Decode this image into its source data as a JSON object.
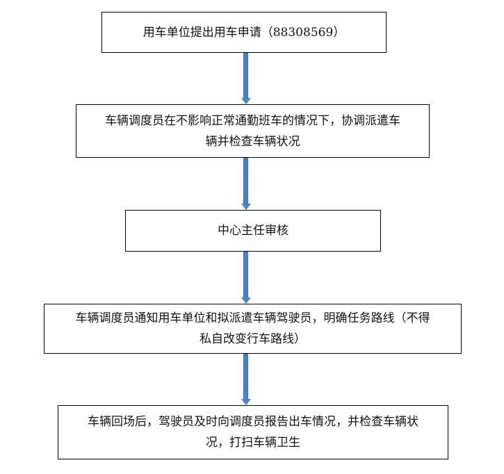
{
  "steps": [
    {
      "lines": [
        "用车单位提出用车申请（88308569）"
      ]
    },
    {
      "lines": [
        "车辆调度员在不影响正常通勤班车的情况下，协调派遣车",
        "辆并检查车辆状况"
      ]
    },
    {
      "lines": [
        "中心主任审核"
      ]
    },
    {
      "lines": [
        "车辆调度员通知用车单位和拟派遣车辆驾驶员，明确任务路线（不得",
        "私自改变行车路线）"
      ]
    },
    {
      "lines": [
        "车辆回场后，驾驶员及时向调度员报告出车情况，并检查车辆状",
        "况，打扫车辆卫生"
      ]
    }
  ],
  "colors": {
    "arrow": "#4f81bd",
    "border": "#000000"
  }
}
